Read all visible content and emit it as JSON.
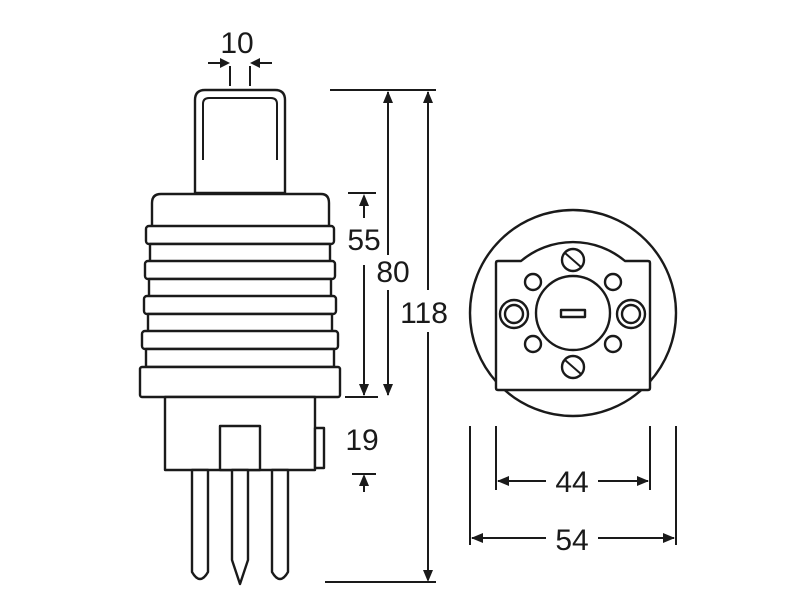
{
  "dimensions": {
    "top_width": "10",
    "upper_height": "55",
    "body_height": "80",
    "total_height": "118",
    "lower_height": "19",
    "inner_diameter": "44",
    "outer_diameter": "54"
  },
  "colors": {
    "line": "#1a1a1a",
    "fill": "#ffffff"
  }
}
